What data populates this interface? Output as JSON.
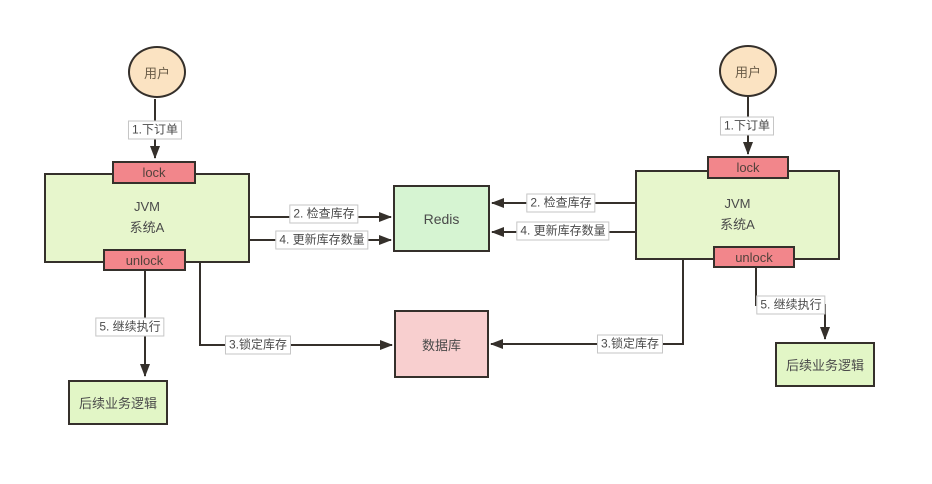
{
  "colors": {
    "canvas-bg": "#ffffff",
    "stroke": "#35302b",
    "salmon": "#f2868b",
    "jvm-green": "#e7f6cc",
    "redis-green": "#d6f4d2",
    "db-pink": "#f8cfcf",
    "logic-green": "#e2f6c6",
    "user-peach": "#fbe3c2",
    "label-border": "#c6c6c6",
    "text": "#4a4a4a"
  },
  "nodes": {
    "user_left": {
      "label": "用户"
    },
    "user_right": {
      "label": "用户"
    },
    "jvm_left": {
      "line1": "JVM",
      "line2": "系统A"
    },
    "jvm_right": {
      "line1": "JVM",
      "line2": "系统A"
    },
    "lock_left": {
      "label": "lock"
    },
    "unlock_left": {
      "label": "unlock"
    },
    "lock_right": {
      "label": "lock"
    },
    "unlock_right": {
      "label": "unlock"
    },
    "redis": {
      "label": "Redis"
    },
    "database": {
      "label": "数据库"
    },
    "logic_left": {
      "label": "后续业务逻辑"
    },
    "logic_right": {
      "label": "后续业务逻辑"
    }
  },
  "edge_labels": {
    "left_order": "1.下订单",
    "left_check": "2. 检查库存",
    "left_update": "4. 更新库存数量",
    "left_lock_stock": "3.锁定库存",
    "left_continue": "5. 继续执行",
    "right_order": "1.下订单",
    "right_check": "2. 检查库存",
    "right_update": "4. 更新库存数量",
    "right_lock_stock": "3.锁定库存",
    "right_continue": "5. 继续执行"
  }
}
